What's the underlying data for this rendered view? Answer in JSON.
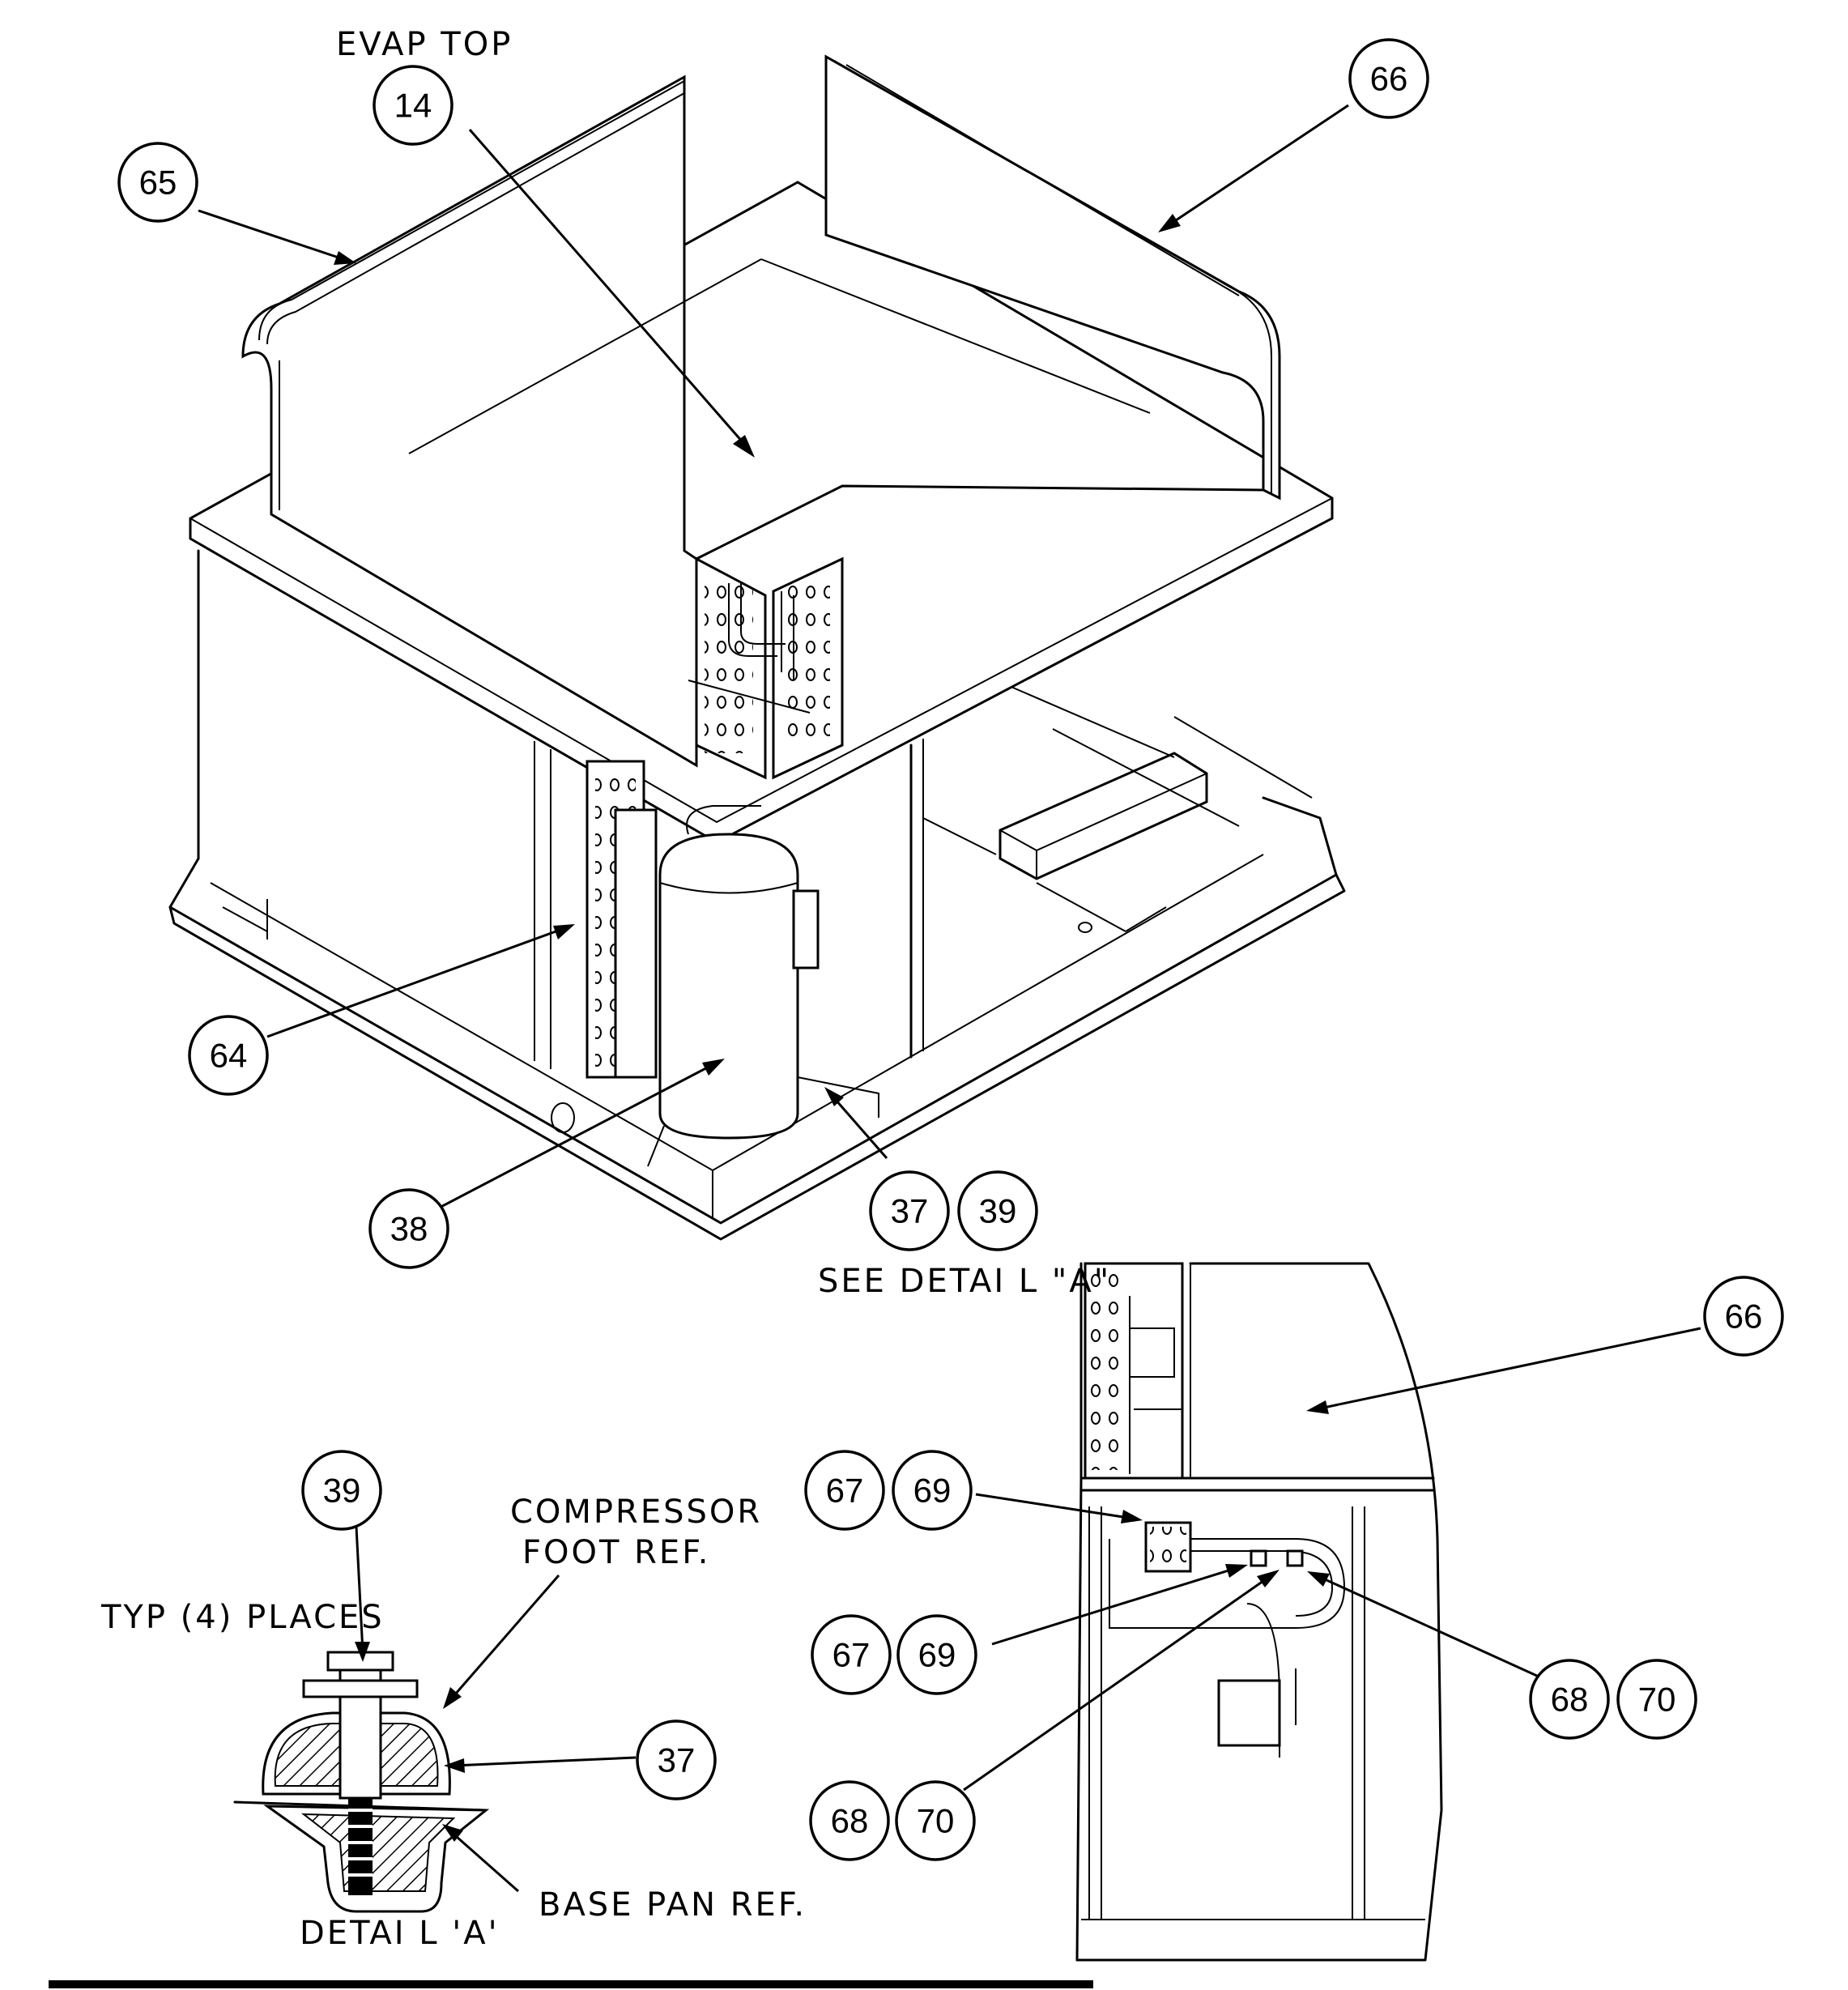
{
  "labels": {
    "evap_top": "EVAP TOP",
    "see_detail": "SEE DETAI L \"A\"",
    "compressor_foot": "COMPRESSOR",
    "compressor_foot_2": "FOOT REF.",
    "typ_places": "TYP (4) PLACES",
    "detail_a": "DETAI L 'A'",
    "base_pan": "BASE PAN REF."
  },
  "callouts": {
    "c14": "14",
    "c65": "65",
    "c66_top": "66",
    "c64": "64",
    "c38": "38",
    "c37": "37",
    "c39": "39",
    "c66_detail": "66",
    "c67_a": "67",
    "c69_a": "69",
    "c67_b": "67",
    "c69_b": "69",
    "c68_a": "68",
    "c70_a": "70",
    "c68_b": "68",
    "c70_b": "70",
    "c39_detail": "39",
    "c37_detail": "37"
  }
}
